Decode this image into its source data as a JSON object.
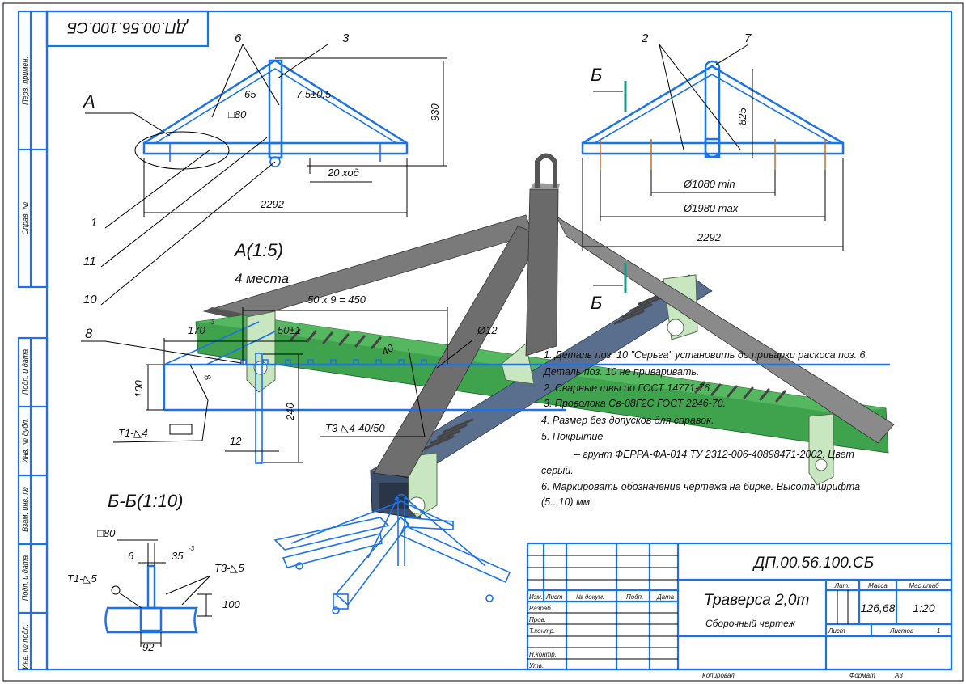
{
  "drawing": {
    "designation": "ДП.00.56.100.СБ",
    "designation_rotated": "ДП.00.56.100.СБ",
    "title": "Траверса 2,0т",
    "subtitle": "Сборочный чертеж",
    "mass": "126,68",
    "scale": "1:20",
    "sheets": "1",
    "format_label": "Формат",
    "format": "A3",
    "copied_label": "Копировал"
  },
  "title_block": {
    "lit_label": "Лит.",
    "mass_label": "Масса",
    "scale_label": "Масштаб",
    "sheet_label": "Лист",
    "sheets_label": "Листов",
    "col_izm": "Изм.",
    "col_list": "Лист",
    "col_doc": "№ докум.",
    "col_sign": "Подп.",
    "col_date": "Дата",
    "rows": [
      "Разраб.",
      "Пров.",
      "Т.контр.",
      "",
      "Н.контр.",
      "Утв."
    ]
  },
  "side_strip": [
    "Перв. примен.",
    "Справ. №",
    "Подп. и дата",
    "Инв. № дубл.",
    "Взам. инв. №",
    "Подп. и дата",
    "Инв. № подл."
  ],
  "view_top_left": {
    "callouts": [
      "6",
      "3",
      "1",
      "11",
      "10",
      "A"
    ],
    "dims": {
      "d65": "65",
      "d75": "7,5±0,5",
      "sq80": "□80",
      "d930": "930",
      "travel": "20 ход",
      "d2292": "2292"
    }
  },
  "view_top_right": {
    "callouts": [
      "2",
      "7",
      "Б",
      "Б"
    ],
    "dims": {
      "d825": "825",
      "dmin": "Ø1080 min",
      "dmax": "Ø1980 max",
      "d2292": "2292"
    }
  },
  "detail_a": {
    "title": "A(1:5)",
    "note": "4 места",
    "dims": {
      "pitch": "50 x 9 = 450",
      "d12dia": "Ø12",
      "d170": "170",
      "tol170": "-3",
      "d50": "50±1",
      "d40": "40",
      "d100": "100",
      "d8": "8",
      "d240": "240",
      "d12": "12"
    },
    "callout": "8",
    "weld1": "Т1-◺4",
    "weld3": "Т3-◺4-40/50"
  },
  "section_bb": {
    "title": "Б-Б(1:10)",
    "dims": {
      "sq80": "□80",
      "d6": "6",
      "d35": "35",
      "tol35": "-3",
      "d100": "100",
      "d92": "92"
    },
    "weld1": "Т1-◺5",
    "weld3": "Т3-◺5"
  },
  "notes": [
    "1. Деталь поз. 10 \"Серьга\" установить до приварки раскоса поз. 6.",
    "Деталь поз. 10 не приваривать.",
    "2. Сварные швы по ГОСТ 14771-76.",
    "3. Проволока Св-08Г2С ГОСТ 2246-70.",
    "4. Размер без допусков для справок.",
    "5. Покрытие",
    "–    грунт ФЕРРА-ФА-014 ТУ 2312-006-40898471-2002. Цвет",
    "серый.",
    "6. Маркировать обозначение чертежа на бирке. Высота шрифта",
    "(5...10) мм."
  ],
  "colors": {
    "frame": "#1a73e8",
    "beam_green": "#3fa34d",
    "beam_blue": "#5a6f8e",
    "strut_gray": "#6b6b6b",
    "plate": "#c8e6c0"
  }
}
